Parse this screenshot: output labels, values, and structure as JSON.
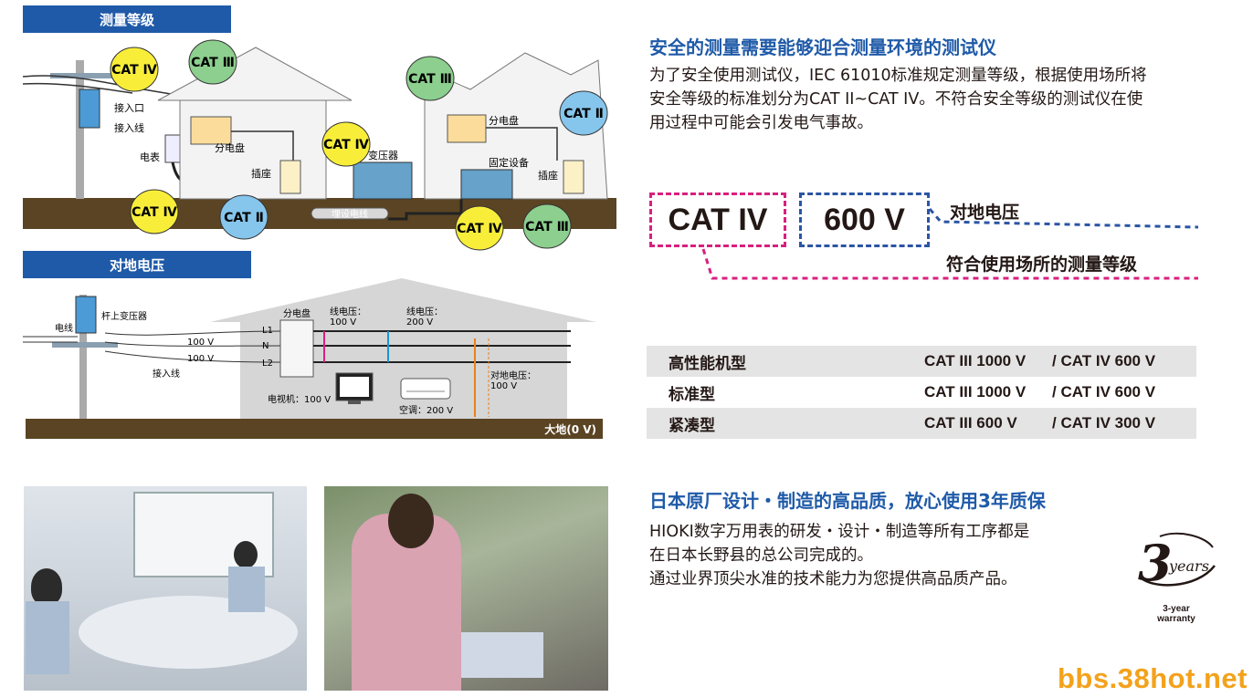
{
  "section_measure": {
    "title": "测量等级",
    "labels": {
      "entrance": "接入口",
      "service_line": "接入线",
      "meter": "电表",
      "panel_left": "分电盘",
      "outlet_left": "插座",
      "transformer": "变压器",
      "buried_cable": "埋设电线",
      "panel_right": "分电盘",
      "fixed_equipment": "固定设备",
      "outlet_right": "插座"
    },
    "cat_badges": {
      "pole": "CAT Ⅳ",
      "house_roof": "CAT Ⅲ",
      "meter_bottom": "CAT Ⅳ",
      "outlet_left": "CAT Ⅱ",
      "transformer": "CAT Ⅳ",
      "factory_roof": "CAT Ⅲ",
      "outlet_right": "CAT Ⅱ",
      "buried": "CAT Ⅳ",
      "fixed": "CAT Ⅲ"
    }
  },
  "section_ground": {
    "title": "对地电压",
    "labels": {
      "power_line": "电线",
      "pole_transformer": "杆上变压器",
      "service_line": "接入线",
      "volt_a": "100 V",
      "volt_b": "100 V",
      "panel": "分电盘",
      "l1": "L1",
      "n": "N",
      "l2": "L2",
      "line_voltage_1": "线电压：",
      "line_voltage_1_val": "100 V",
      "line_voltage_2": "线电压：",
      "line_voltage_2_val": "200 V",
      "ground_voltage": "对地电压：",
      "ground_voltage_val": "100 V",
      "tv": "电视机：100 V",
      "ac": "空调：200 V",
      "earth": "大地(0 V)"
    }
  },
  "safety": {
    "heading": "安全的测量需要能够迎合测量环境的测试仪",
    "lines": [
      "为了安全使用测试仪，IEC 61010标准规定测量等级，根据使用场所将",
      "安全等级的标准划分为CAT II~CAT IV。不符合安全等级的测试仪在使",
      "用过程中可能会引发电气事故。"
    ]
  },
  "rating_legend": {
    "cat": "CAT IV",
    "volt": "600 V",
    "volt_caption": "对地电压",
    "cat_caption": "符合使用场所的测量等级",
    "colors": {
      "cat": "#d9207f",
      "volt": "#2b55a3"
    }
  },
  "spec_table": [
    {
      "model": "高性能机型",
      "cat3": "CAT III 1000 V",
      "cat4": "/ CAT IV 600 V"
    },
    {
      "model": "标准型",
      "cat3": "CAT III 1000 V",
      "cat4": "/ CAT IV 600 V"
    },
    {
      "model": "紧凑型",
      "cat3": "CAT III 600 V",
      "cat4": "/ CAT IV 300 V"
    }
  ],
  "quality": {
    "heading": "日本原厂设计・制造的高品质，放心使用3年质保",
    "lines": [
      "HIOKI数字万用表的研发・设计・制造等所有工序都是",
      "在日本长野县的总公司完成的。",
      "通过业界顶尖水准的技术能力为您提供高品质产品。"
    ]
  },
  "warranty": {
    "digit": "3",
    "word": "years",
    "line1": "3-year",
    "line2": "warranty"
  },
  "watermark": "bbs.38hot.net"
}
